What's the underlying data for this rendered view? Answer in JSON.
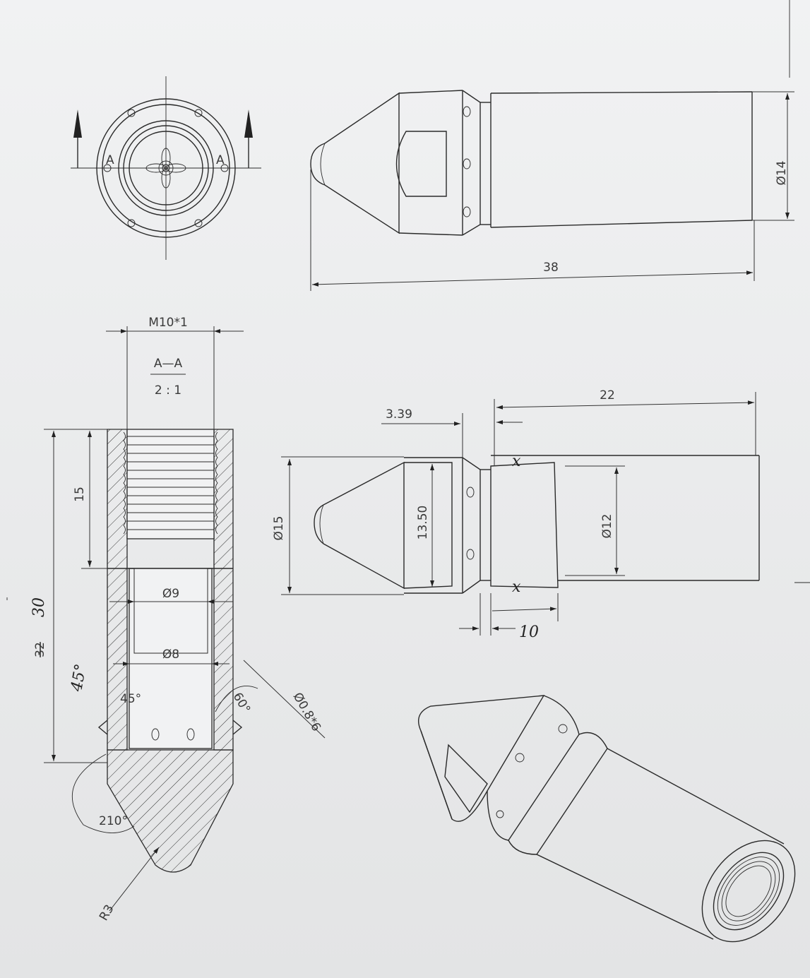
{
  "end_view": {
    "section_left": "A",
    "section_right": "A"
  },
  "section": {
    "title": "A—A",
    "scale": "2 : 1"
  },
  "dims": {
    "top_diameter": "Ø14",
    "total_length": "38",
    "thread": "M10*1",
    "thread_depth": "15",
    "section_length": "30",
    "section_length_old": "32",
    "bore_upper": "Ø9",
    "bore_lower": "Ø8",
    "nozzle_holes": "Ø0.8*6",
    "angle_60": "60°",
    "angle_45_small": "45°",
    "angle_45": "45°",
    "angle_210": "210°",
    "tip_radius": "R3",
    "mid_diameter_15": "Ø15",
    "hex_width": "13.50",
    "mid_diameter_12": "Ø12",
    "body_length": "22",
    "collar": "3.39",
    "handwritten_10": "10",
    "mark_x": "x"
  }
}
